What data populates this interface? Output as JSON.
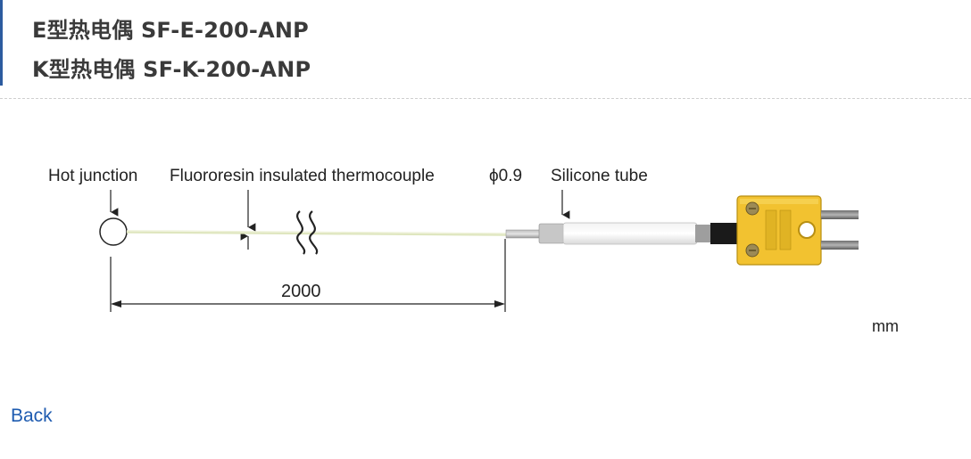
{
  "header": {
    "title_e": "E型热电偶 SF-E-200-ANP",
    "title_k": "K型热电偶 SF-K-200-ANP"
  },
  "diagram": {
    "label_hot_junction": "Hot junction",
    "label_insulated": "Fluororesin insulated thermocouple",
    "label_diameter": "ϕ0.9",
    "label_silicone": "Silicone tube",
    "dimension_length": "2000",
    "unit": "mm"
  },
  "colors": {
    "accent": "#2c5b9f",
    "link": "#1e5bb0",
    "connector_yellow": "#f2c230",
    "wire": "#e6ecc9"
  },
  "nav": {
    "back_label": "Back"
  }
}
